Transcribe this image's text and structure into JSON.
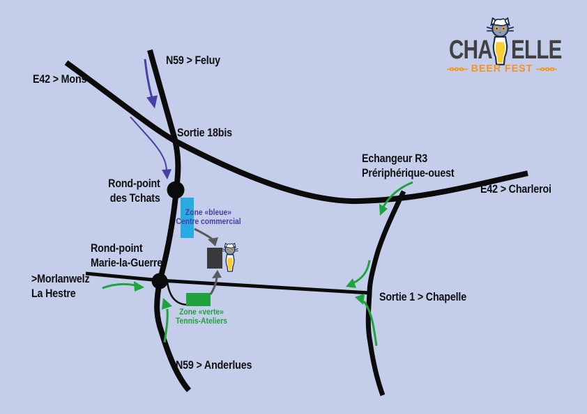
{
  "background_color": "#c4cde9",
  "logo": {
    "brand_prefix": "CHA",
    "brand_suffix": "ELLE",
    "subtitle": "BEER FEST",
    "text_color": "#414042",
    "accent_color": "#f7941d"
  },
  "map": {
    "colors": {
      "road": "#0b0b0b",
      "route_from_feluy": "#473fa4",
      "route_green": "#1fa33c",
      "route_to_venue": "#58595b",
      "zone_blue_fill": "#29abe2",
      "zone_green_fill": "#1fa33c",
      "venue_fill": "#3a3a3c",
      "label_text": "#111111"
    },
    "labels": {
      "e42_mons": "E42 > Mons",
      "n59_feluy": "N59 > Feluy",
      "sortie_18bis": "Sortie 18bis",
      "rond_point_tchats": {
        "line1": "Rond-point",
        "line2": "des Tchats"
      },
      "rond_point_mlg": {
        "line1": "Rond-point",
        "line2": "Marie-la-Guerre"
      },
      "morlanwelz": {
        "line1": ">Morlanwelz",
        "line2": "La Hestre"
      },
      "n59_anderlues": "N59 > Anderlues",
      "sortie_1": "Sortie 1 > Chapelle",
      "echangeur_r3": {
        "line1": "Echangeur R3",
        "line2": "Prériphérique-ouest"
      },
      "e42_charleroi": "E42 > Charleroi"
    },
    "zones": {
      "blue": {
        "line1": "Zone «bleue»",
        "line2": "Centre commercial"
      },
      "green": {
        "line1": "Zone «verte»",
        "line2": "Tennis-Ateliers"
      }
    }
  }
}
